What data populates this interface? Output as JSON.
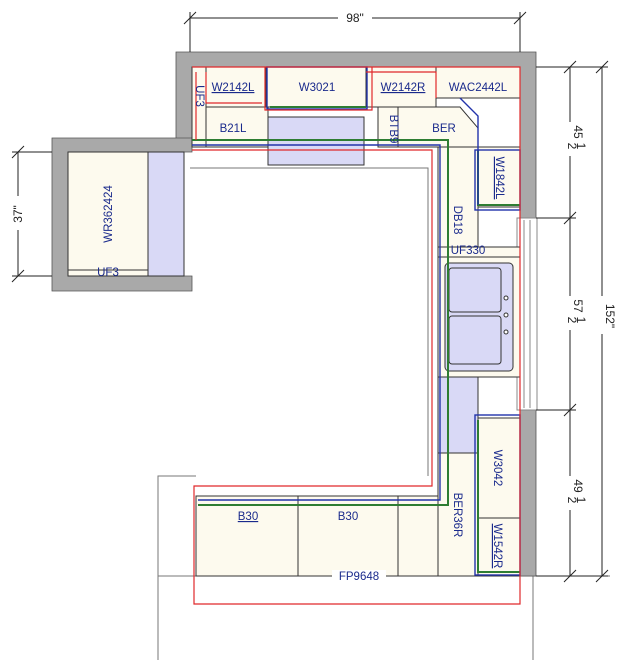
{
  "dimensions": {
    "top_width": "98\"",
    "left_wall": "37\"",
    "right_total": "152\"",
    "right_seg1": "45",
    "right_seg2": "57",
    "right_seg3": "49",
    "frac_num": "1",
    "frac_den": "2"
  },
  "cabinets": {
    "w2142l": "W2142L",
    "w3021": "W3021",
    "w2142r": "W2142R",
    "wac2442l": "WAC2442L",
    "b21l": "B21L",
    "btb9": "BTB9",
    "ber_top": "BER",
    "w1842l": "W1842L",
    "db18": "DB18",
    "uf330": "UF330",
    "w3042": "W3042",
    "ber36r": "BER36R",
    "w1542r": "W1542R",
    "b30_left": "B30",
    "b30_right": "B30",
    "fp9648": "FP9648",
    "wr362424": "WR362424",
    "left_filler_vertical": "UF3",
    "left_filler_bottom": "UF3"
  },
  "colors": {
    "wall": "#a9a9a9",
    "cabinet_fill": "#fdfaee",
    "appliance_fill": "#d9d9f6",
    "outline_red": "#e0282b",
    "outline_blue": "#2233aa",
    "outline_green": "#2e7d32",
    "label_blue": "#1a2a8c"
  }
}
